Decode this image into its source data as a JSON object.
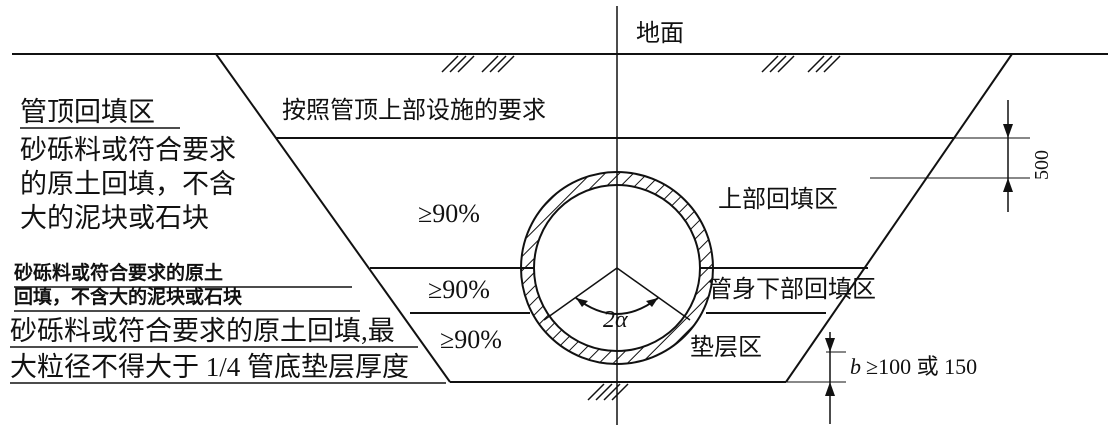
{
  "labels": {
    "ground": "地面",
    "top_backfill_requirement": "按照管顶上部设施的要求",
    "pipe_top_zone": "管顶回填区",
    "pipe_top_material_line1": "砂砾料或符合要求",
    "pipe_top_material_line2": "的原土回填，不含",
    "pipe_top_material_line3": "大的泥块或石块",
    "upper_backfill_zone": "上部回填区",
    "lower_backfill_zone": "管身下部回填区",
    "bedding_zone": "垫层区",
    "lower_material_line1": "砂砾料或符合要求的原土",
    "lower_material_line2": "回填，不含大的泥块或石块",
    "bedding_material_line1": "砂砾料或符合要求的原土回填,最",
    "bedding_material_line2": "大粒径不得大于 1/4 管底垫层厚度"
  },
  "compaction": {
    "upper": "≥90%",
    "middle": "≥90%",
    "lower": "≥90%"
  },
  "dimensions": {
    "top_depth": "500",
    "angle": "2α",
    "bedding_thickness_var": "b",
    "bedding_thickness_text": "≥100 或 150"
  }
}
